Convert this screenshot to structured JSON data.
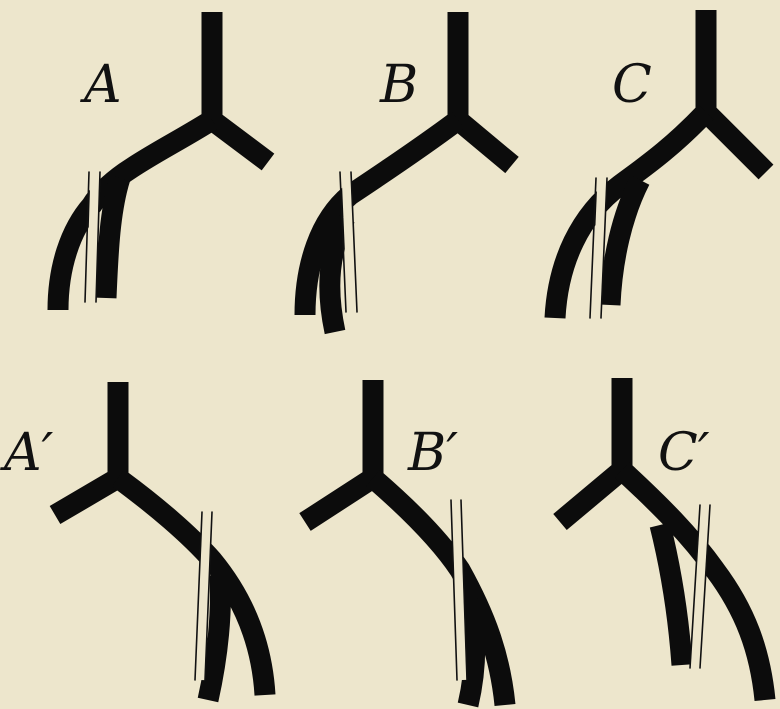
{
  "labels": {
    "A": "A",
    "B": "B",
    "C": "C",
    "A_prime": "A′",
    "B_prime": "B′",
    "C_prime": "C′"
  },
  "colors": {
    "background": "#ede6cc",
    "ink": "#0c0c0c"
  }
}
